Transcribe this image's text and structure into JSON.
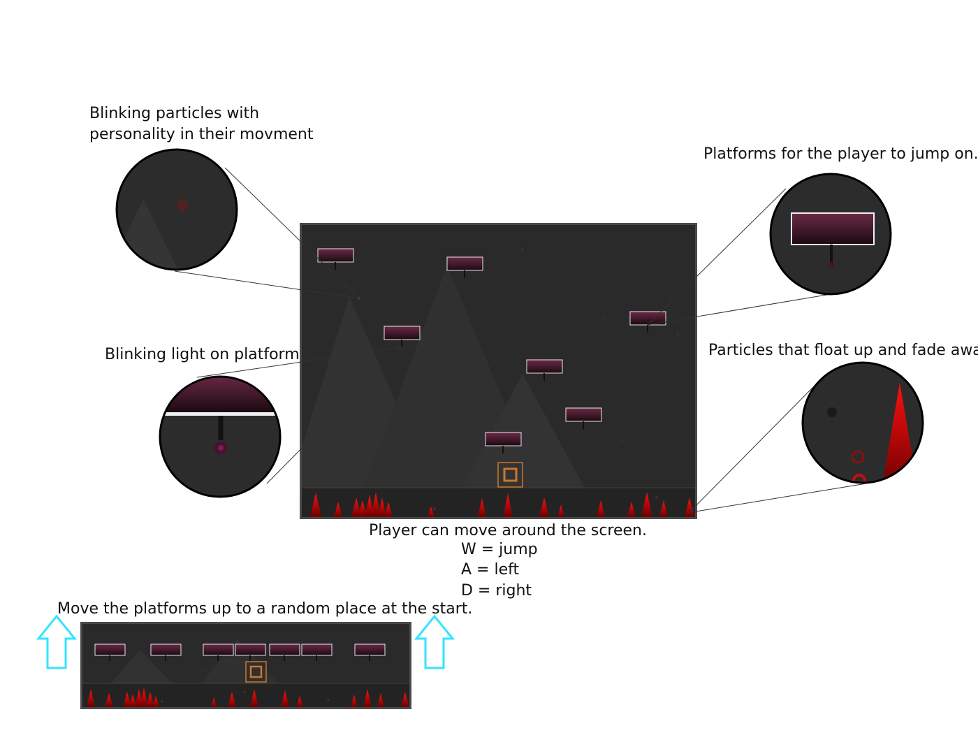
{
  "annotations": {
    "particles_note_line1": "Blinking particles with",
    "particles_note_line2": "personality in their movment",
    "platforms_note": "Platforms for the player to jump on.",
    "light_note": "Blinking light on platform",
    "float_note": "Particles that float up and fade away",
    "player_note": "Player can move around the screen.",
    "controls": [
      "W = jump",
      "A = left",
      "D = right"
    ],
    "start_note": "Move the platforms up to a random place at the start."
  },
  "colors": {
    "game_bg": "#2a2a2a",
    "game_border": "#4a4a4a",
    "mountain": "#333333",
    "platform_top": "#6b2a46",
    "platform_bottom": "#1c0a12",
    "platform_border": "#e8e8e8",
    "player": "#c8782c",
    "spike": "#e00000",
    "arrow": "#33e4ff"
  },
  "icons": {
    "zoom_particle": "zoom-lens-particle",
    "zoom_platform": "zoom-lens-platform",
    "zoom_light": "zoom-lens-light",
    "zoom_float": "zoom-lens-float",
    "player": "player-square-icon",
    "arrow": "up-arrow-icon"
  }
}
